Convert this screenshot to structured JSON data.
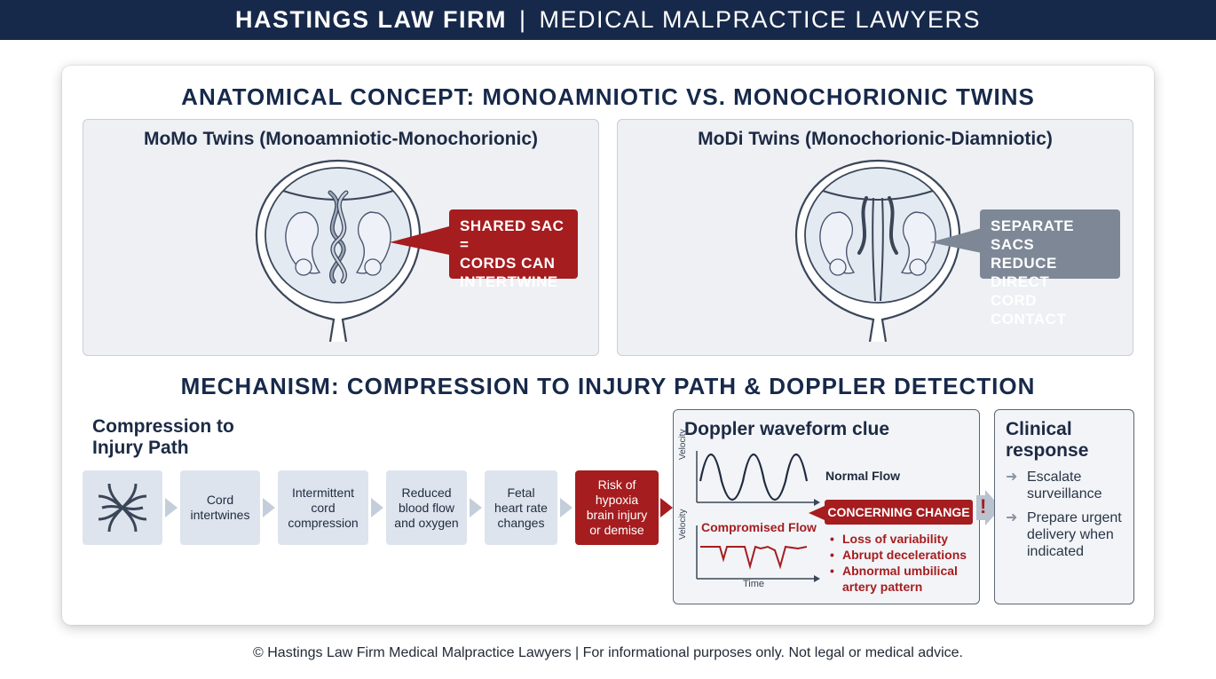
{
  "header": {
    "firm": "HASTINGS LAW FIRM",
    "separator": "|",
    "tagline": "MEDICAL MALPRACTICE LAWYERS"
  },
  "anatomy": {
    "title": "ANATOMICAL CONCEPT: MONOAMNIOTIC VS. MONOCHORIONIC TWINS",
    "momo": {
      "title": "MoMo Twins (Monoamniotic-Monochorionic)",
      "callout": [
        "SHARED SAC =",
        "CORDS CAN",
        "INTERTWINE"
      ]
    },
    "modi": {
      "title": "MoDi Twins (Monochorionic-Diamniotic)",
      "callout": [
        "SEPARATE SACS",
        "REDUCE DIRECT",
        "CORD CONTACT"
      ]
    }
  },
  "mechanism": {
    "title": "MECHANISM: COMPRESSION TO INJURY PATH & DOPPLER DETECTION",
    "path_title": "Compression to Injury Path",
    "steps": [
      "Cord\nintertwines",
      "Intermittent\ncord\ncompression",
      "Reduced\nblood flow\nand oxygen",
      "Fetal\nheart rate\nchanges",
      "Risk of\nhypoxia\nbrain injury\nor demise"
    ]
  },
  "doppler": {
    "title": "Doppler waveform clue",
    "normal_label": "Normal Flow",
    "compromised_label": "Compromised Flow",
    "axis_y": "Velocity",
    "axis_y2": "Velocity",
    "axis_x": "Time",
    "concern_label": "CONCERNING CHANGE",
    "alert_symbol": "!",
    "concerns": [
      "Loss of variability",
      "Abrupt decelerations",
      "Abnormal umbilical artery pattern"
    ]
  },
  "clinical": {
    "title": "Clinical response",
    "items": [
      "Escalate surveillance",
      "Prepare urgent delivery when indicated"
    ]
  },
  "footer": "© Hastings Law Firm Medical Malpractice Lawyers | For informational purposes only. Not legal or medical advice.",
  "colors": {
    "navy": "#17294a",
    "alert_red": "#a51d1f",
    "neutral_gray": "#7d8796",
    "panel_bg": "#eef0f4",
    "step_bg": "#dde4ee"
  },
  "icons": [
    "intertwined-cords-icon",
    "arrow-right-icon",
    "warning-icon"
  ]
}
